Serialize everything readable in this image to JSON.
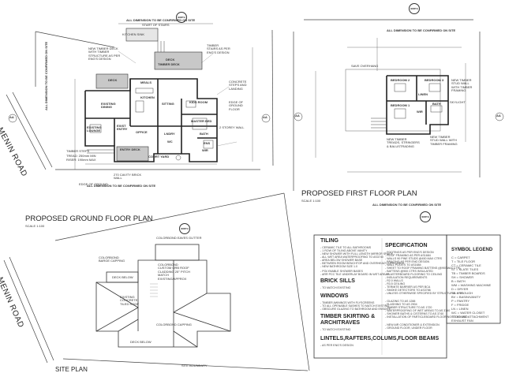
{
  "plans": {
    "ground": {
      "title": "PROPOSED GROUND FLOOR PLAN",
      "scale": "SCALE 1:100",
      "dim_note_top": "ALL DIMENSION TO BE CONFIRMED ON SITE",
      "dim_note_bottom": "ALL DIMENSION TO BE CONFIRMED ON SITE",
      "dim_note_side": "ALL DIMENSION TO BE CONFIRMED ON SITE",
      "rooms": [
        "MEALS",
        "KITCHEN",
        "SITTING",
        "KIDS ROOM",
        "EXISTING DINING",
        "EXISTING LOUNGE",
        "EXIST ENTRY",
        "OFFICE",
        "LNDRY",
        "WC",
        "MASTER BED",
        "ENTRY DECK",
        "COURT YARD",
        "DECK",
        "BATH",
        "ENS",
        "WIR",
        "TIMBER DECK"
      ],
      "notes": [
        "KITCHEN SINK",
        "START OF STAIRS",
        "NEW TIMBER DECK WITH TIMBER STRUCTURE AS PER ENG'S DESIGN",
        "TIMBER STAIRS AS PER ENG'S DESIGN",
        "CONCRETE STEPS AND LANDING",
        "EDGE OF GROUND FLOOR",
        "2 STOREY WALL",
        "TREAD: 250mm MIN",
        "RISER: 190mm MAX",
        "TIMBER STEPS",
        "270 CAVITY BRICK WALL",
        "EDGE OF GROUND"
      ]
    },
    "first": {
      "title": "PROPOSED FIRST FLOOR PLAN",
      "scale": "SCALE 1:100",
      "dim_note_top": "ALL DIMENSION TO BE CONFIRMED ON SITE",
      "dim_note_bottom": "ALL DIMENSION TO BE CONFIRMED ON SITE",
      "rooms": [
        "BEDROOM 2",
        "BEDROOM 3",
        "BEDROOM 1",
        "BATH",
        "WIR",
        "LINEN"
      ],
      "notes": [
        "SAVE OVERHANG",
        "NEW TIMBER STUD WALL WITH TIMBER FRAMING",
        "NEW TIMBER TREADS, STRINGERS & BALUSTRADING",
        "NEW TIMBER STUD WALL WITH TIMBER FRAMING",
        "SKYLIGHT"
      ]
    },
    "site": {
      "title": "SITE PLAN",
      "labels": [
        "COLORBOND EAVES GUTTER",
        "COLORBOND BARGE CAPPING",
        "DECK BELOW",
        "COLORBOND CUSTOM ORB ROOF CLADDING 25° PITCH MATCH EXISTING/APPROX",
        "EXISTING CONCRETE TILED ROOF",
        "COLORBOND CAPPING",
        "DECK BELOW",
        "SITE BOUNDARY"
      ]
    }
  },
  "road": {
    "name_top": "MENIN ROAD",
    "name_bottom": "MENIN ROAD"
  },
  "compass": {
    "ground_top": "NORTH",
    "ground_side": "AA",
    "first_top": "NORTH",
    "first_side": "AA",
    "site_top": "NORTH"
  },
  "specification": {
    "tiling": {
      "heading": "TILING",
      "lines": [
        "- CERAMIC TILE TO ALL BATHROOMS",
        "- 1 ROW OF TILING ABOVE VANITY",
        "- NEW SHOWER WITH FULL LENGTH MIRROR SHADE",
        "- ALL WET AREA WATERPROOFING TO AS3740",
        "- AREA BELOW SHOWER BASE",
        "- BETWEEN ROOM BENCHTOP AND OVERHEAD CUPBOARDS",
        "- NEW BATHROOM SIZE 1.0"
      ]
    },
    "brick_sills": {
      "heading": "BRICK SILLS",
      "lines": [
        "- POLYMABLE SHOWER BASES",
        "- ARR PCC TILE UNDERLAY BOARD IN WET AREAS",
        "- TO MATCH EXISTING"
      ]
    },
    "windows": {
      "heading": "WINDOWS",
      "lines": [
        "- TIMBER AWNINGS WITH FLYSCREENS",
        "- TO ALL OPENABLE SASHES TO MATCH EXISTING",
        "- OBSCURE GLAZING TO BATHROOM AND ENSUITE"
      ]
    },
    "timber_skirting": {
      "heading": "TIMBER SKIRTING & ARCHITRAVES",
      "lines": [
        "- TO MATCH EXISTING"
      ]
    },
    "lintels": {
      "heading": "LINTELS,RAFTERS,COLUMS,FLOOR BEAMS",
      "lines": [
        "- AS PER ENG'S DESIGN"
      ]
    },
    "spec": {
      "heading": "SPECIFICATION",
      "lines": [
        "- FOOTINGS AS PER ENG'S DESIGN",
        "- ROOF FRAMING AS PER AS1684",
        "- WALLS 90 PINE STUDS @450 MAX CTRS",
        "- BRACING AS PER ENG DESIGN",
        "- WALL PLATES TO AS1684",
        "- SHEET TO ROOF FRAMING BATTENS (@900MAX CTR)",
        "- BATTENS @900 CTRS INSULATED",
        "- PLASTERBOARD FLOORING TO CEILING",
        "- INSULATION REQUIREMENTS",
        "- R2.0 WALLS",
        "- R3.5 CEILING",
        "- TERMITE BARRIER AS PER BCA",
        "- SMOKE DETECTORS TO AS3786",
        "- UNLESS OTHERWISE SPECIFIED BY STRUCTURAL ENG.",
        "- GLAZING TO AS 1288",
        "- FLASHING TO AS 2904",
        "- TIMBER STRUCTURE TO AS 1720",
        "- WATERPROOFING OF WET AREAS TO AS 3740",
        "- SHOWER BATHS & CISTERNS TO AS 3740",
        "- INSTALLATION OF PARTICLEBOARD FLOORING TO AS 1860",
        "- NEW AIR CONDITIONER & EXTENSION",
        "- GROUND FLOOR, UNDER FLOOR"
      ]
    }
  },
  "symbol_legend": {
    "heading": "SYMBOL LEGEND",
    "lines": [
      "C = CARPET",
      "T = TILE FLOOR",
      "CT = CERAMIC TILE",
      "ST = SLATE TILES",
      "TB = TIMBER BOARDS",
      "SH = SHOWER",
      "B = BATH",
      "WM = WASHING MACHINE",
      "D = DRYER",
      "TR = TROUGH",
      "BV = BASIN/VANITY",
      "P = PANTRY",
      "F = FRIDGE",
      "LN = LINEN",
      "WC = WATER CLOSET",
      "STOCKIST ATTACHMENT",
      "EXHAUST FAN"
    ]
  },
  "colors": {
    "line": "#333333",
    "shade": "#c8c8c8",
    "paper": "#ffffff"
  }
}
